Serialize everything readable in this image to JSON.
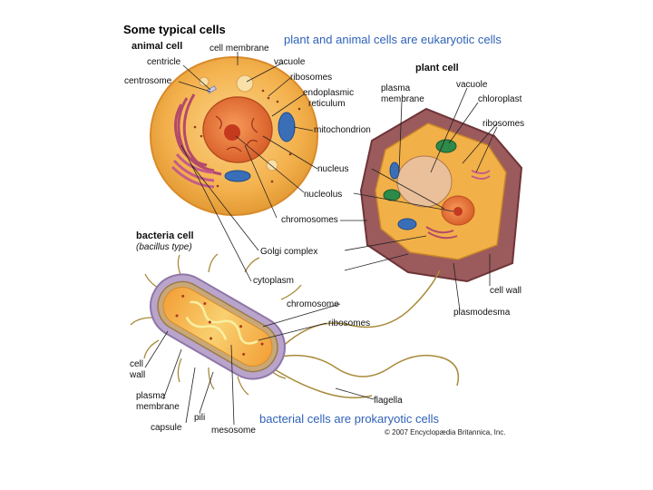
{
  "headline": "Some typical cells",
  "eukaryote_note": "plant and animal cells are eukaryotic cells",
  "prokaryote_note": "bacterial cells are prokaryotic cells",
  "animal": {
    "title": "animal cell",
    "centricle": "centricle",
    "centrosome": "centrosome",
    "cell_membrane": "cell membrane",
    "vacuole": "vacuole",
    "ribosomes": "ribosomes",
    "er_1": "endoplasmic",
    "er_2": "reticulum",
    "mitochondrion": "mitochondrion",
    "nucleus": "nucleus",
    "nucleolus": "nucleolus",
    "chromosomes": "chromosomes",
    "golgi": "Golgi complex",
    "cytoplasm": "cytoplasm"
  },
  "plant": {
    "title": "plant cell",
    "plasma_1": "plasma",
    "plasma_2": "membrane",
    "vacuole": "vacuole",
    "chloroplast": "chloroplast",
    "ribosomes": "ribosomes",
    "cell_wall": "cell wall",
    "plasmodesma": "plasmodesma"
  },
  "bacteria": {
    "title": "bacteria cell",
    "subtitle": "(bacillus type)",
    "chromosome": "chromosome",
    "ribosomes": "ribosomes",
    "cell_wall_1": "cell",
    "cell_wall_2": "wall",
    "plasma_1": "plasma",
    "plasma_2": "membrane",
    "capsule": "capsule",
    "pili": "pili",
    "mesosome": "mesosome",
    "flagella": "flagella"
  },
  "credit": "© 2007 Encyclopædia Britannica, Inc.",
  "colors": {
    "title_blue": "#2f62b8",
    "animal_cytoplasm": "#f4b24e",
    "animal_membrane": "#e8a038",
    "plant_wall": "#8b4a4e",
    "bacterial_capsule": "#b9a4cc",
    "chloroplast": "#2e8a48",
    "nucleus": "#e07030",
    "mitochondrion": "#3a6fb8"
  }
}
